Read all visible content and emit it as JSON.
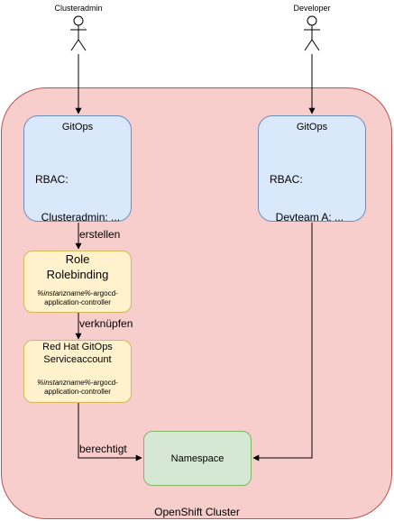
{
  "actors": [
    {
      "id": "clusteradmin",
      "label": "Clusteradmin"
    },
    {
      "id": "developer",
      "label": "Developer"
    }
  ],
  "cluster": {
    "label": "OpenShift Cluster"
  },
  "gitops_left": {
    "title": "GitOps",
    "rbac_line1": "RBAC:",
    "rbac_line2": "  Clusteradmin: ..."
  },
  "gitops_right": {
    "title": "GitOps",
    "rbac_line1": "RBAC:",
    "rbac_line2": "  Devteam A: ..."
  },
  "role_box": {
    "line1": "Role",
    "line2": "Rolebinding",
    "name_var": "%instanzname%",
    "name_suffix": "-argocd-",
    "name_line2": "application-controller"
  },
  "sa_box": {
    "line1": "Red Hat GitOps",
    "line2": "Serviceaccount",
    "name_var": "%instanzname%",
    "name_suffix": "-argocd-",
    "name_line2": "application-controller"
  },
  "namespace": {
    "label": "Namespace"
  },
  "edges": {
    "create": "erstellen",
    "link": "verknüpfen",
    "authorize": "berechtigt"
  }
}
